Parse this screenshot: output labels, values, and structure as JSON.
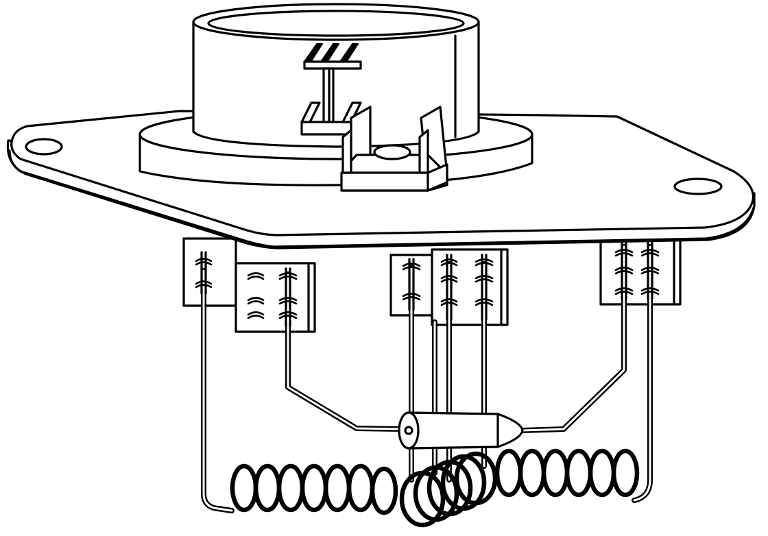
{
  "diagram": {
    "subject": "blower-motor-resistor-assembly",
    "colors": {
      "line": "#000000",
      "fill": "#ffffff"
    },
    "parts": [
      "mounting-plate",
      "connector-housing",
      "connector-terminal",
      "locking-tab",
      "resistor-terminal-blocks",
      "lead-wires",
      "thermal-fuse",
      "coil-resistors"
    ]
  }
}
